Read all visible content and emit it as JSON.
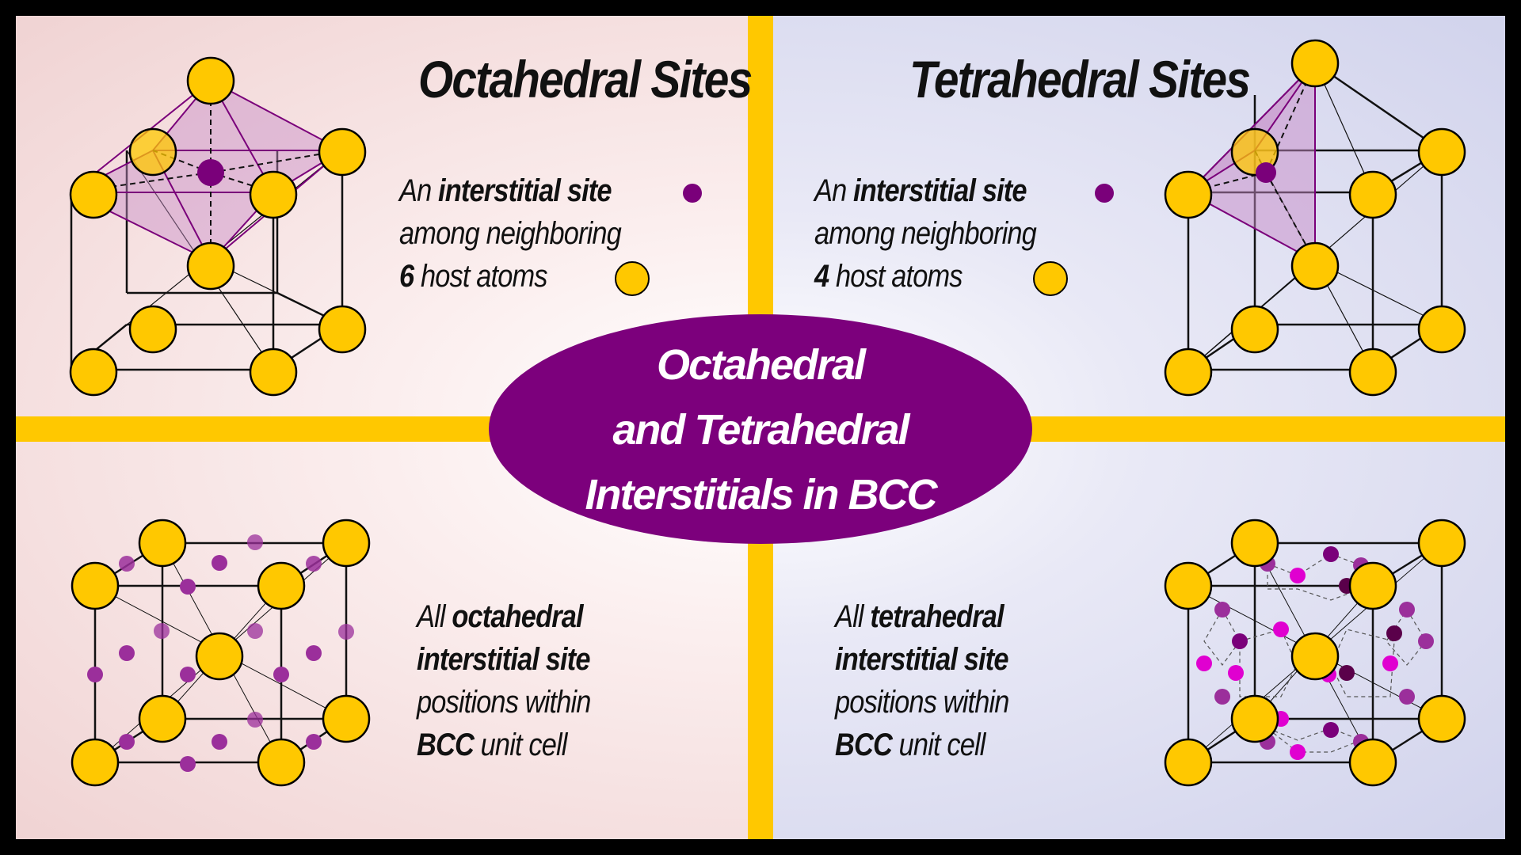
{
  "colors": {
    "host_atom": "#ffc800",
    "interstitial": "#7a007a",
    "interstitial_light": "#9b2f9b",
    "interstitial_magenta": "#e000d0",
    "interstitial_dark": "#5a004a",
    "polyhedron_fill": "#c78cc7",
    "ellipse": "#7c007c",
    "divider": "#ffc800"
  },
  "top_left": {
    "title": "Octahedral Sites",
    "line1_a": "An ",
    "line1_b": "interstitial site",
    "line2": "among neighboring",
    "line3_a": "6",
    "line3_b": " host atoms"
  },
  "top_right": {
    "title": "Tetrahedral Sites",
    "line1_a": "An ",
    "line1_b": "interstitial site",
    "line2": "among neighboring",
    "line3_a": "4",
    "line3_b": " host atoms"
  },
  "center": {
    "line1": "Octahedral",
    "line2": "and Tetrahedral",
    "line3": "Interstitials in BCC"
  },
  "bottom_left": {
    "line1_a": "All ",
    "line1_b": "octahedral",
    "line2": "interstitial site",
    "line3": "positions within",
    "line4_a": "BCC",
    "line4_b": " unit cell"
  },
  "bottom_right": {
    "line1_a": "All ",
    "line1_b": "tetrahedral",
    "line2": "interstitial site",
    "line3": "positions within",
    "line4_a": "BCC",
    "line4_b": " unit cell"
  }
}
